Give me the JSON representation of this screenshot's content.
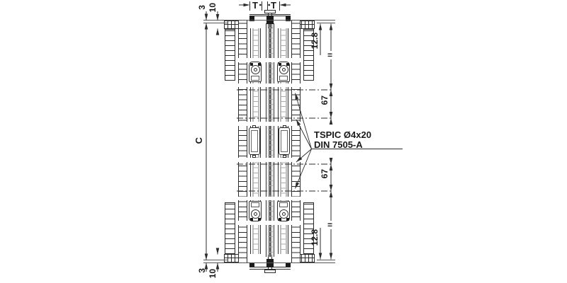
{
  "dimensions": {
    "top_edge_gap": "3",
    "top_inset": "10",
    "panel_thickness_left": "T",
    "panel_thickness_right": "T",
    "overall_length": "C",
    "top_offset": "12.8",
    "top_equal": "=",
    "screw_spacing_upper": "67",
    "screw_spacing_lower": "67",
    "bottom_equal": "=",
    "bottom_offset": "12.8",
    "bottom_edge_gap": "3",
    "bottom_inset": "10"
  },
  "callout": {
    "line1": "TSPIC Ø4x20",
    "line2": "DIN 7505-A"
  },
  "colors": {
    "line": "#2b2b2b",
    "thin_line": "#555555",
    "text": "#1a1a1a",
    "background": "#ffffff"
  }
}
